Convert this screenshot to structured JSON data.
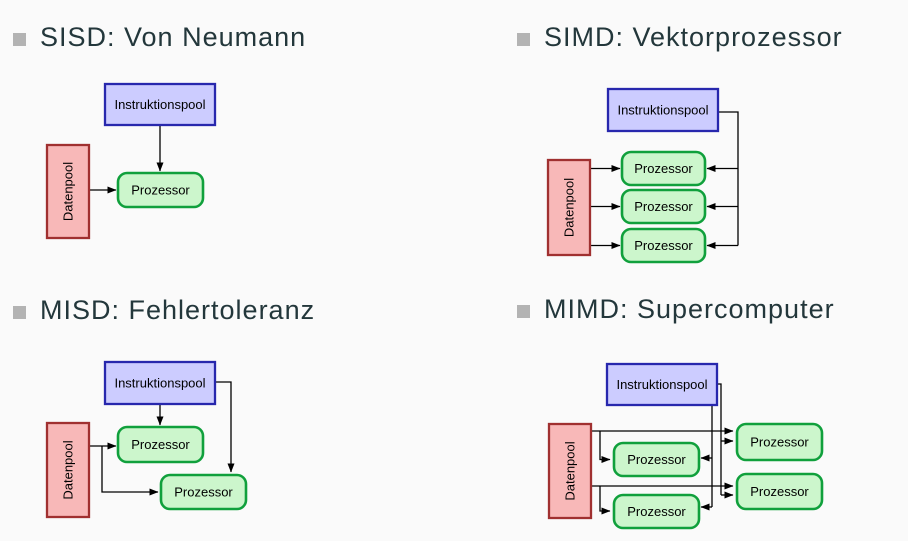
{
  "slide": {
    "background": "#fafafa",
    "sections": [
      {
        "id": "sisd",
        "title": "SISD: Von Neumann"
      },
      {
        "id": "simd",
        "title": "SIMD: Vektorprozessor"
      },
      {
        "id": "misd",
        "title": "MISD: Fehlertoleranz"
      },
      {
        "id": "mimd",
        "title": "MIMD: Supercomputer"
      }
    ],
    "diagram_labels": {
      "instruction_pool": "Instruktionspool",
      "data_pool": "Datenpool",
      "processor": "Prozessor"
    },
    "colors": {
      "background": "#fafafa",
      "heading_text": "#23373b",
      "bullet": "#b3b3b3",
      "instruction_fill": "#ccccff",
      "instruction_border": "#2727ad",
      "data_fill": "#f8b8b8",
      "data_border": "#a03030",
      "processor_fill": "#ccf6cc",
      "processor_border": "#10a03c",
      "arrow": "#000000"
    }
  }
}
